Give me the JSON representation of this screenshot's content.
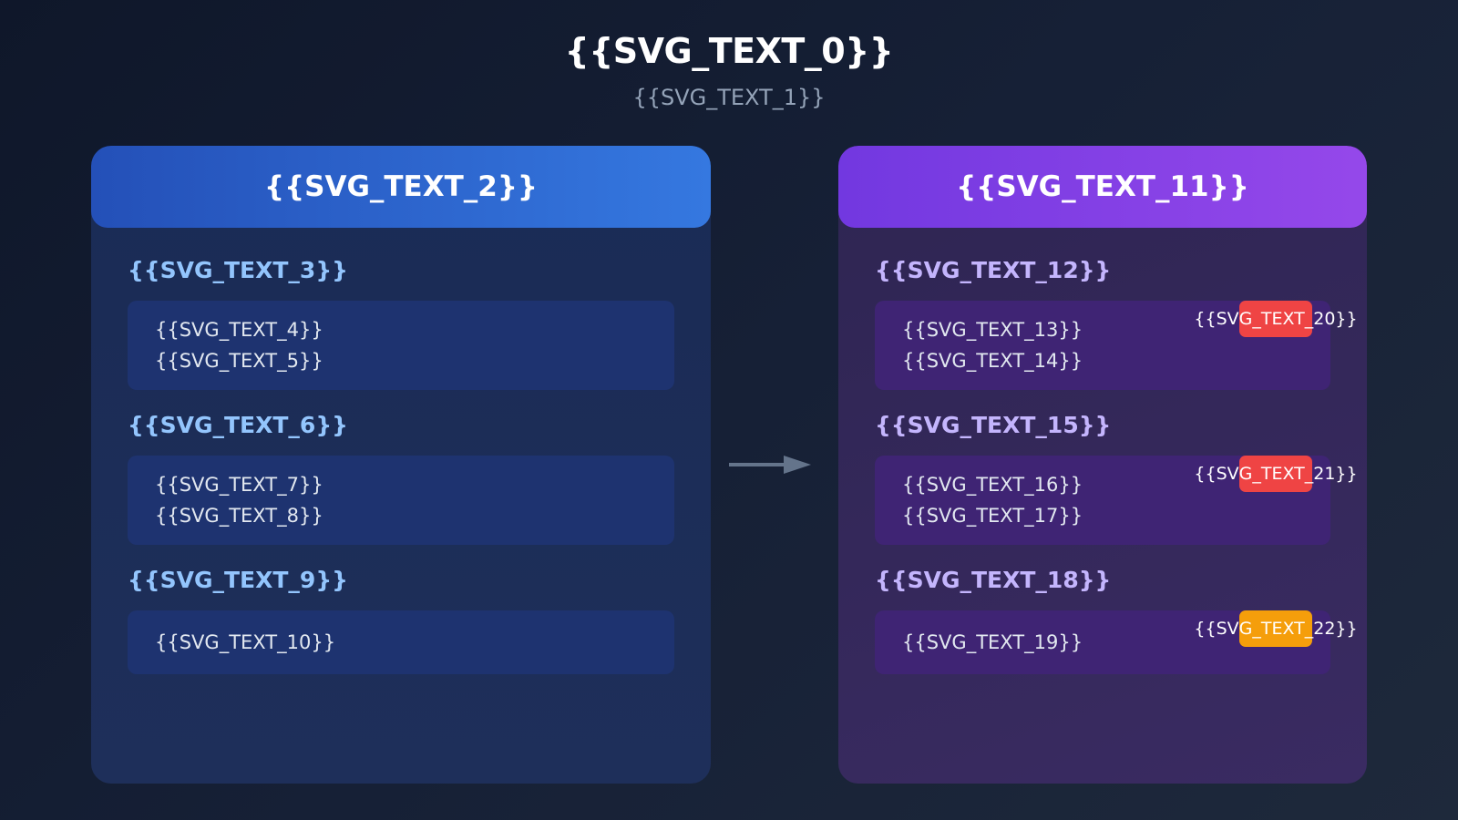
{
  "title": "{{SVG_TEXT_0}}",
  "subtitle": "{{SVG_TEXT_1}}",
  "colors": {
    "badge_red": "#ef4444",
    "badge_orange": "#f59e0b",
    "arrow": "#64748b"
  },
  "left_panel": {
    "header": "{{SVG_TEXT_2}}",
    "sections": [
      {
        "title": "{{SVG_TEXT_3}}",
        "lines": [
          "{{SVG_TEXT_4}}",
          "{{SVG_TEXT_5}}"
        ]
      },
      {
        "title": "{{SVG_TEXT_6}}",
        "lines": [
          "{{SVG_TEXT_7}}",
          "{{SVG_TEXT_8}}"
        ]
      },
      {
        "title": "{{SVG_TEXT_9}}",
        "lines": [
          "{{SVG_TEXT_10}}"
        ]
      }
    ]
  },
  "right_panel": {
    "header": "{{SVG_TEXT_11}}",
    "sections": [
      {
        "title": "{{SVG_TEXT_12}}",
        "lines": [
          "{{SVG_TEXT_13}}",
          "{{SVG_TEXT_14}}"
        ],
        "badge": "{{SVG_TEXT_20}}",
        "badge_color": "#ef4444"
      },
      {
        "title": "{{SVG_TEXT_15}}",
        "lines": [
          "{{SVG_TEXT_16}}",
          "{{SVG_TEXT_17}}"
        ],
        "badge": "{{SVG_TEXT_21}}",
        "badge_color": "#ef4444"
      },
      {
        "title": "{{SVG_TEXT_18}}",
        "lines": [
          "{{SVG_TEXT_19}}"
        ],
        "badge": "{{SVG_TEXT_22}}",
        "badge_color": "#f59e0b"
      }
    ]
  }
}
